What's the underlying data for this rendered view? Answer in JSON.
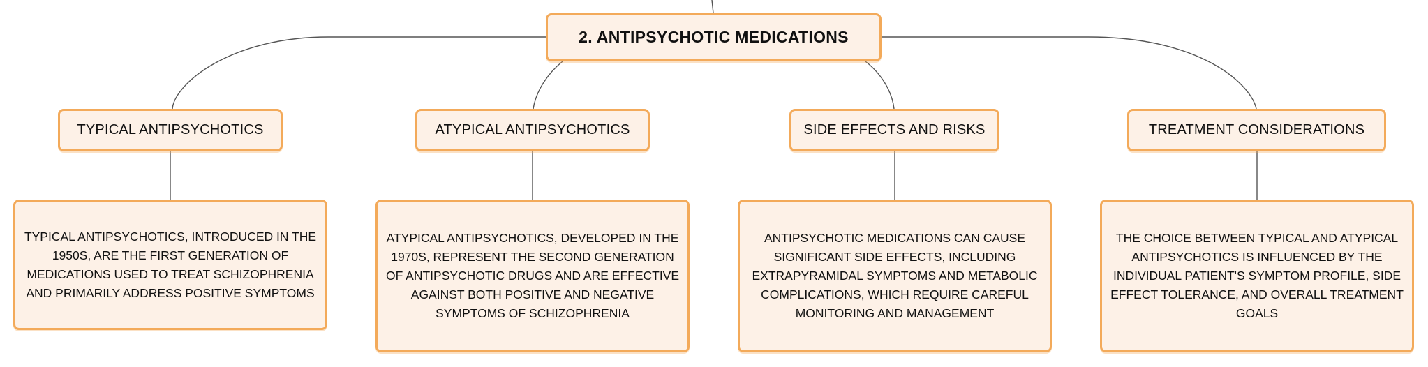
{
  "root": {
    "title": "2. ANTIPSYCHOTIC MEDICATIONS"
  },
  "branches": [
    {
      "label": "TYPICAL ANTIPSYCHOTICS",
      "description": "TYPICAL ANTIPSYCHOTICS, INTRODUCED IN THE 1950S, ARE THE FIRST GENERATION OF MEDICATIONS USED TO TREAT SCHIZOPHRENIA AND PRIMARILY ADDRESS POSITIVE SYMPTOMS"
    },
    {
      "label": "ATYPICAL ANTIPSYCHOTICS",
      "description": "ATYPICAL ANTIPSYCHOTICS, DEVELOPED IN THE 1970S, REPRESENT THE SECOND GENERATION OF ANTIPSYCHOTIC DRUGS AND ARE EFFECTIVE AGAINST BOTH POSITIVE AND NEGATIVE SYMPTOMS OF SCHIZOPHRENIA"
    },
    {
      "label": "SIDE EFFECTS AND RISKS",
      "description": "ANTIPSYCHOTIC MEDICATIONS CAN CAUSE SIGNIFICANT SIDE EFFECTS, INCLUDING EXTRAPYRAMIDAL SYMPTOMS AND METABOLIC COMPLICATIONS, WHICH REQUIRE CAREFUL MONITORING AND MANAGEMENT"
    },
    {
      "label": "TREATMENT CONSIDERATIONS",
      "description": "THE CHOICE BETWEEN TYPICAL AND ATYPICAL ANTIPSYCHOTICS IS INFLUENCED BY THE INDIVIDUAL PATIENT'S SYMPTOM PROFILE, SIDE EFFECT TOLERANCE, AND OVERALL TREATMENT GOALS"
    }
  ],
  "colors": {
    "node_fill": "#fdf1e7",
    "node_border": "#f3aa5a",
    "connector": "#555555",
    "text": "#111111"
  }
}
